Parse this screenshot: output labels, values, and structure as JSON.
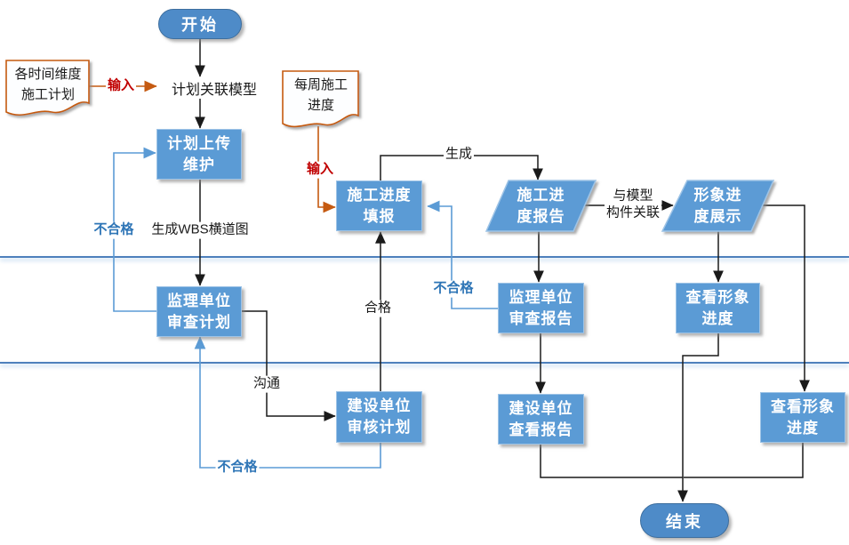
{
  "diagram": {
    "type": "flowchart",
    "nodes": {
      "start": {
        "label": "开始",
        "shape": "terminator"
      },
      "doc_time_plan": {
        "label": "各时间维度\n施工计划",
        "shape": "document"
      },
      "plan_link_model": {
        "label": "计划关联模型",
        "shape": "text"
      },
      "plan_upload": {
        "label": "计划上传\n维护",
        "shape": "process"
      },
      "supervisor_review_plan": {
        "label": "监理单位\n审查计划",
        "shape": "process"
      },
      "doc_weekly_progress": {
        "label": "每周施工\n进度",
        "shape": "document"
      },
      "progress_fill": {
        "label": "施工进度\n填报",
        "shape": "process"
      },
      "progress_report": {
        "label": "施工进\n度报告",
        "shape": "parallelogram"
      },
      "visual_progress_display": {
        "label": "形象进\n度展示",
        "shape": "parallelogram"
      },
      "supervisor_review_report": {
        "label": "监理单位\n审查报告",
        "shape": "process"
      },
      "view_visual_progress_left": {
        "label": "查看形象\n进度",
        "shape": "process"
      },
      "builder_review_plan": {
        "label": "建设单位\n审核计划",
        "shape": "process"
      },
      "builder_view_report": {
        "label": "建设单位\n查看报告",
        "shape": "process"
      },
      "view_visual_progress_right": {
        "label": "查看形象\n进度",
        "shape": "process"
      },
      "end": {
        "label": "结束",
        "shape": "terminator"
      }
    },
    "labels": {
      "input_1": "输入",
      "input_2": "输入",
      "generate_wbs": "生成WBS横道图",
      "unqualified_1": "不合格",
      "unqualified_2": "不合格",
      "unqualified_3": "不合格",
      "qualified": "合格",
      "generate": "生成",
      "communicate": "沟通",
      "model_link": "与模型\n构件关联"
    },
    "colors": {
      "node_fill": "#5B9BD5",
      "node_border": "#9DC3E6",
      "terminator_fill": "#4E8BC8",
      "edge_black": "#1A1A1A",
      "edge_blue": "#5B9BD5",
      "edge_orange": "#C55A11",
      "label_red": "#C00000",
      "label_blue": "#2E75B6",
      "lane_line": "#4E80BC",
      "document_border": "#C55A11"
    }
  }
}
